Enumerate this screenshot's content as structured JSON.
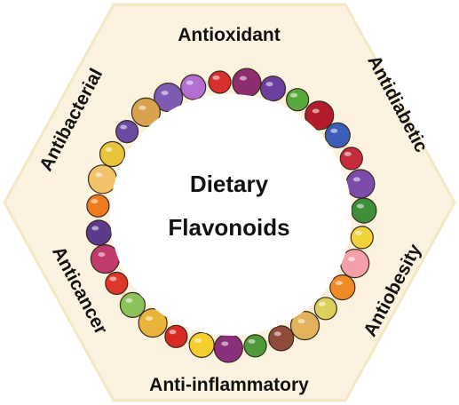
{
  "center": {
    "line1": "Dietary",
    "line2": "Flavonoids"
  },
  "effects": {
    "top": "Antioxidant",
    "upper_right": "Antidiabetic",
    "lower_right": "Antiobesity",
    "bottom": "Anti-inflammatory",
    "lower_left": "Anticancer",
    "upper_left": "Antibacterial"
  },
  "colors": {
    "hexagon_fill": "#fbf3df",
    "hexagon_edge": "#f3e7c4",
    "ring_fill": "#ffffff",
    "text": "#111111"
  },
  "ring_foods": [
    {
      "icon": "grape-icon",
      "color": "#7d5bb5"
    },
    {
      "icon": "sweet-potato-icon",
      "color": "#b06fd1"
    },
    {
      "icon": "apple-icon",
      "color": "#d7302f"
    },
    {
      "icon": "beet-icon",
      "color": "#8d2f6e"
    },
    {
      "icon": "berry-icon",
      "color": "#6b3f9e"
    },
    {
      "icon": "leaf-icon",
      "color": "#59a83c"
    },
    {
      "icon": "cherry-icon",
      "color": "#b11d2c"
    },
    {
      "icon": "blueberry-icon",
      "color": "#3c5eb8"
    },
    {
      "icon": "pomegranate-icon",
      "color": "#c72a3b"
    },
    {
      "icon": "grape-icon",
      "color": "#7c4cab"
    },
    {
      "icon": "spinach-icon",
      "color": "#3f8f3a"
    },
    {
      "icon": "lemon-icon",
      "color": "#f2d33c"
    },
    {
      "icon": "peach-icon",
      "color": "#f4a0a8"
    },
    {
      "icon": "orange-icon",
      "color": "#f08a24"
    },
    {
      "icon": "pear-icon",
      "color": "#dcd05a"
    },
    {
      "icon": "ginger-icon",
      "color": "#e2b35c"
    },
    {
      "icon": "fig-icon",
      "color": "#8f4a3a"
    },
    {
      "icon": "broccoli-icon",
      "color": "#4e9a3a"
    },
    {
      "icon": "red-cabbage-icon",
      "color": "#8a2f7c"
    },
    {
      "icon": "banana-icon",
      "color": "#f5cf2e"
    },
    {
      "icon": "pepper-icon",
      "color": "#d82b24"
    },
    {
      "icon": "tea-cup-icon",
      "color": "#e9b43a"
    },
    {
      "icon": "celery-icon",
      "color": "#8cc25a"
    },
    {
      "icon": "tomato-icon",
      "color": "#e0372b"
    },
    {
      "icon": "onion-icon",
      "color": "#c23b6f"
    },
    {
      "icon": "eggplant-icon",
      "color": "#5c3b8f"
    },
    {
      "icon": "carrot-icon",
      "color": "#f07a1e"
    },
    {
      "icon": "juice-icon",
      "color": "#f3c36b"
    },
    {
      "icon": "pear-icon",
      "color": "#e8c43a"
    },
    {
      "icon": "grape-icon",
      "color": "#6a4aa2"
    },
    {
      "icon": "ginger-icon",
      "color": "#d9a24f"
    }
  ]
}
